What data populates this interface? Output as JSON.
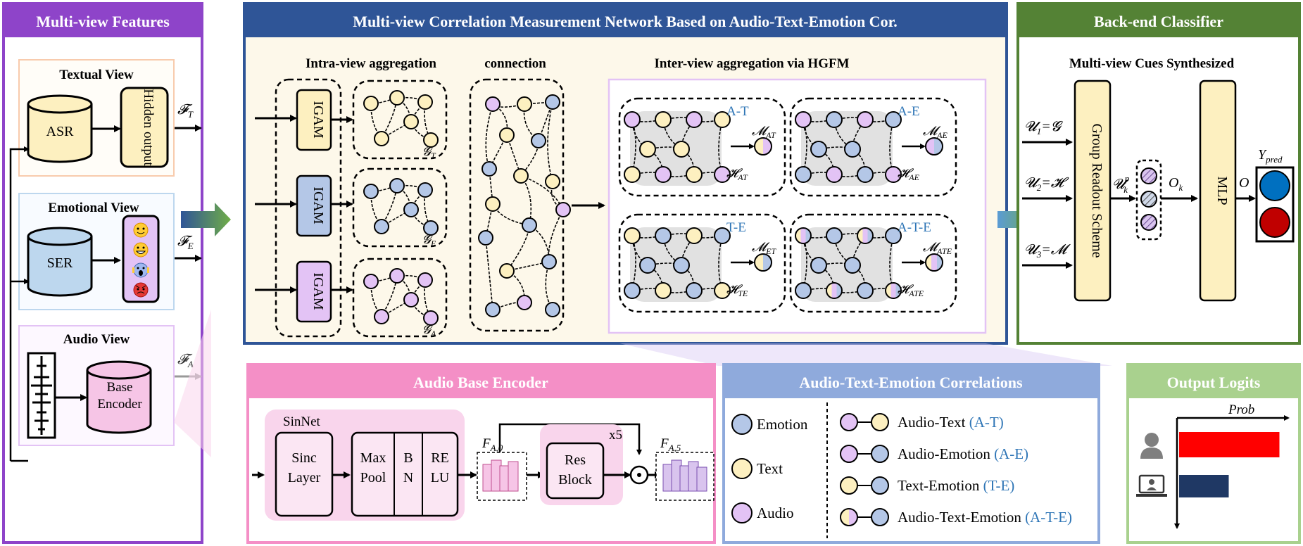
{
  "panels": {
    "multiview": {
      "title": "Multi-view Features",
      "textual_view": {
        "title": "Textual View",
        "asr": "ASR",
        "hidden": "Hidden output",
        "feature": "𝓕",
        "feature_sub": "T"
      },
      "emotional_view": {
        "title": "Emotional View",
        "ser": "SER",
        "feature": "𝓕",
        "feature_sub": "E"
      },
      "audio_view": {
        "title": "Audio  View",
        "encoder_line1": "Base",
        "encoder_line2": "Encoder",
        "feature": "𝓕",
        "feature_sub": "A"
      }
    },
    "mvcm": {
      "title": "Multi-view Correlation Measurement Network Based on Audio-Text-Emotion Cor.",
      "intra_title": "Intra-view aggregation",
      "connection_title": "connection",
      "inter_title": "Inter-view aggregation via HGFM",
      "igam": "IGAM",
      "graph_labels": [
        {
          "main": "𝓖",
          "sub": "T"
        },
        {
          "main": "𝓖",
          "sub": "E"
        },
        {
          "main": "𝓖",
          "sub": "A"
        }
      ],
      "hgfm_blocks": [
        {
          "tag": "A-T",
          "m": "𝓜",
          "m_sub": "AT",
          "h": "𝓗",
          "h_sub": "AT"
        },
        {
          "tag": "A-E",
          "m": "𝓜",
          "m_sub": "AE",
          "h": "𝓗",
          "h_sub": "AE"
        },
        {
          "tag": "T-E",
          "m": "𝓜",
          "m_sub": "ET",
          "h": "𝓗",
          "h_sub": "TE"
        },
        {
          "tag": "A-T-E",
          "m": "𝓜",
          "m_sub": "ATE",
          "h": "𝓗",
          "h_sub": "ATE"
        }
      ]
    },
    "backend": {
      "title": "Back-end Classifier",
      "subtitle": "Multi-view Cues Synthesized",
      "readout": "Group Readout Scheme",
      "mlp": "MLP",
      "inputs": [
        {
          "u": "𝓤",
          "sub": "1",
          "eq": "=𝓖"
        },
        {
          "u": "𝓤",
          "sub": "2",
          "eq": "=𝓗"
        },
        {
          "u": "𝓤",
          "sub": "3",
          "eq": "=𝓜"
        }
      ],
      "uk": "𝓤",
      "uk_sup": "p",
      "uk_sub": "k",
      "ok": "O",
      "ok_sub": "k",
      "o": "O",
      "ypred": "Y",
      "ypred_sub": "pred"
    },
    "encoder": {
      "title": "Audio Base Encoder",
      "sinnet": "SinNet",
      "sinc_line1": "Sinc",
      "sinc_line2": "Layer",
      "maxpool_line1": "Max",
      "maxpool_line2": "Pool",
      "bn_line1": "B",
      "bn_line2": "N",
      "relu_line1": "RE",
      "relu_line2": "LU",
      "f0": "F",
      "f0_sub": "A,0",
      "res_line1": "Res",
      "res_line2": "Block",
      "repeat": "x5",
      "f5": "F",
      "f5_sub": "A,5",
      "dot": "⊙"
    },
    "correlations": {
      "title": "Audio-Text-Emotion Correlations",
      "legend": [
        "Emotion",
        "Text",
        "Audio"
      ],
      "pairs": [
        {
          "label": "Audio-Text",
          "tag": "(A-T)"
        },
        {
          "label": "Audio-Emotion",
          "tag": "(A-E)"
        },
        {
          "label": "Text-Emotion",
          "tag": "(T-E)"
        },
        {
          "label": "Audio-Text-Emotion",
          "tag": "(A-T-E)"
        }
      ]
    },
    "output": {
      "title": "Output Logits",
      "prob": "Prob",
      "bars": [
        {
          "value": 0.95
        },
        {
          "value": 0.47
        }
      ]
    }
  },
  "colors": {
    "purple_panel": "#8e44c9",
    "blue_panel": "#2f5597",
    "green_panel": "#548235",
    "pink_panel": "#f48fc6",
    "light_blue_panel": "#8faadc",
    "light_green_panel": "#a9d18e",
    "text_node": "#fdf0c0",
    "emotion_node": "#b4c7e7",
    "audio_node": "#e3c3f5",
    "bar_red": "#ff0000",
    "bar_navy": "#1f3864",
    "tag_blue": "#2e75b6"
  }
}
